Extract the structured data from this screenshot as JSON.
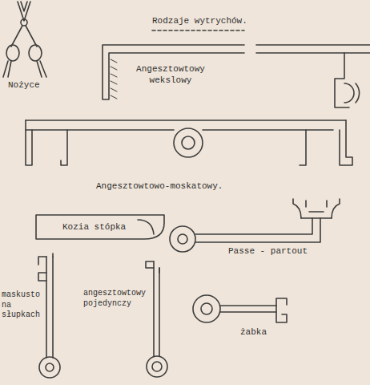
{
  "diagram": {
    "title": "Rodzaje wytrychów.",
    "labels": [
      "Nożyce",
      "Angesztowtowy wekslowy",
      "Angesztowtowo-moskatowy.",
      "Kozia stópka",
      "Passe - partout",
      "maskusto na słupkach",
      "angesztowtowy pojedynczy",
      "żabka"
    ]
  }
}
